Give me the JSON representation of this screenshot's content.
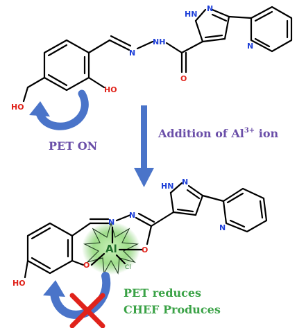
{
  "atoms": {
    "hn": "HN",
    "n": "N",
    "nh": "NH",
    "o": "O",
    "ho": "HO",
    "al": "Al",
    "cl": "Cl"
  },
  "labels": {
    "pet_on": "PET ON",
    "addition": "Addition of Al",
    "ion_charge": "3+",
    "ion_word": " ion",
    "pet_reduces": "PET reduces",
    "chef_produces": "CHEF Produces"
  },
  "colors": {
    "nitrogen": "#1d3fd8",
    "oxygen": "#e0231b",
    "arrow": "#4a74c9",
    "pet_on_text": "#6a4ea8",
    "addition_text": "#6a4ea8",
    "result_text": "#3aa246",
    "glow": "#7ccf6a",
    "cross": "#e0231b"
  },
  "icons": {
    "curved_arrow": "curved-arrow-icon",
    "reaction_arrow": "down-arrow-icon",
    "forbidden_cross": "cross-icon",
    "glow_burst": "starburst-icon"
  }
}
